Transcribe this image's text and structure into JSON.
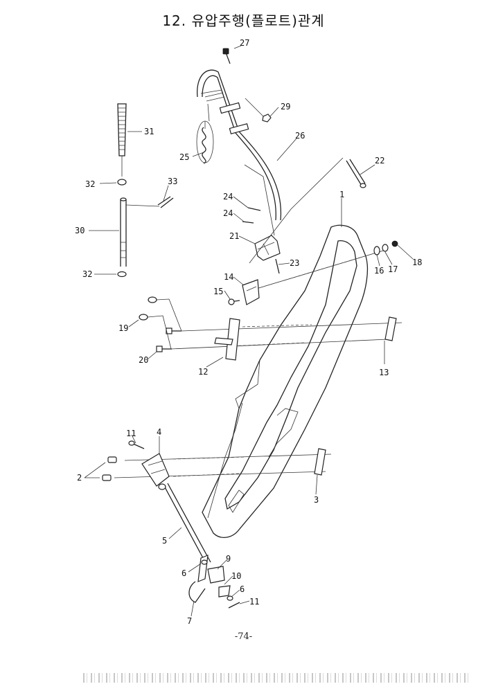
{
  "title": "12.  유압주행(플로트)관계",
  "page_number": "-74-",
  "callouts": {
    "c1": "1",
    "c2": "2",
    "c3": "3",
    "c4": "4",
    "c5": "5",
    "c6a": "6",
    "c6b": "6",
    "c7": "7",
    "c9": "9",
    "c10": "10",
    "c11a": "11",
    "c11b": "11",
    "c12": "12",
    "c13": "13",
    "c14": "14",
    "c15": "15",
    "c16": "16",
    "c17": "17",
    "c18": "18",
    "c19": "19",
    "c20": "20",
    "c21": "21",
    "c22": "22",
    "c23": "23",
    "c24a": "24",
    "c24b": "24",
    "c25": "25",
    "c26": "26",
    "c27": "27",
    "c29": "29",
    "c30": "30",
    "c31": "31",
    "c32a": "32",
    "c32b": "32",
    "c33": "33"
  }
}
